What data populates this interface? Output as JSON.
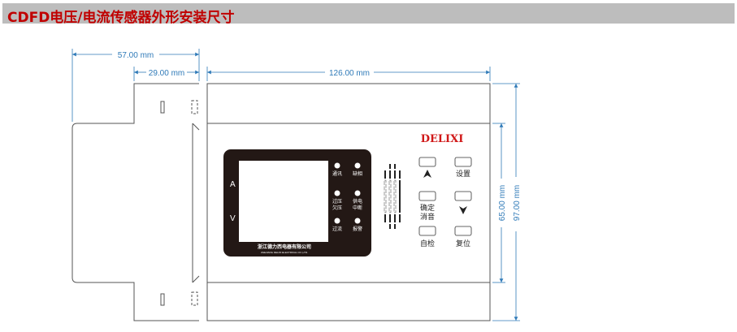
{
  "title": "CDFD电压/电流传感器外形安装尺寸",
  "dimensions": {
    "overall_depth": "57.00 mm",
    "rail_depth": "29.00 mm",
    "width": "126.00 mm",
    "inner_height": "65.00 mm",
    "height": "97.00 mm"
  },
  "panel": {
    "brand": "DELIXI",
    "label_a": "A",
    "label_v": "V",
    "company": "浙江德力西电器有限公司",
    "company_en": "ZHEJIANG DELIXI ELECTRICAL CO.,LTD.",
    "leds": [
      "通讯",
      "缺相",
      "过压",
      "欠压",
      "供电",
      "中断",
      "过流",
      "报警"
    ],
    "buttons": [
      "设置",
      "确定",
      "消音",
      "自检",
      "复位"
    ]
  },
  "colors": {
    "dim": "#2f7ab8",
    "brand": "#d01818",
    "title": "#c00000"
  }
}
